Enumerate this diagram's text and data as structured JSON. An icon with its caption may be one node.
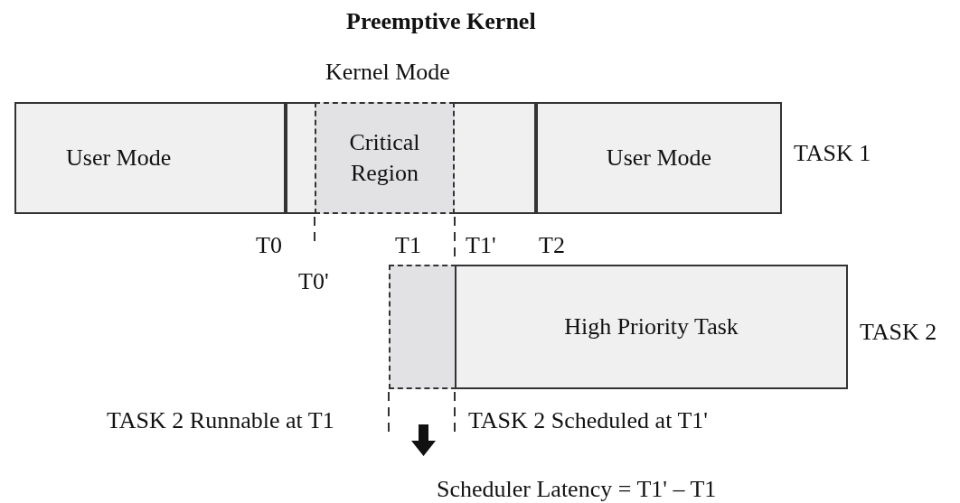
{
  "diagram": {
    "title": "Preemptive Kernel",
    "nodes": [
      {
        "text": [
          "User Mode"
        ]
      },
      {
        "text": [
          "Kernel Mode"
        ]
      },
      {
        "text": [
          "Critical Region"
        ],
        "in": 1
      },
      {
        "text": [
          "User Mode"
        ],
        "beside": [
          "TASK 1"
        ]
      },
      {
        "text": [],
        "shape": "box"
      },
      {
        "text": [
          "High Priority Task"
        ],
        "beside": [
          "TASK 2"
        ]
      }
    ],
    "labels": [
      "T0",
      "T1",
      "T1'",
      "T2",
      "T0'",
      "TASK 2 Runnable at T1",
      "TASK 2 Scheduled at T1'",
      "Scheduler Latency = T1' – T1"
    ]
  }
}
